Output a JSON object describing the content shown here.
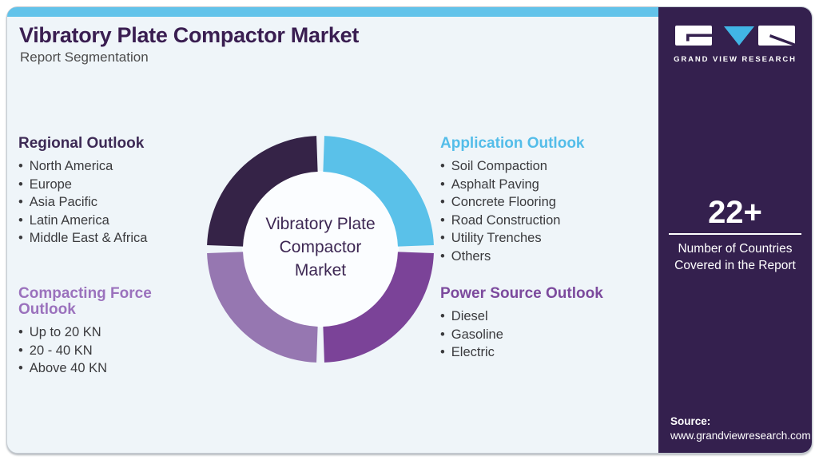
{
  "header": {
    "title": "Vibratory Plate Compactor Market",
    "subtitle": "Report Segmentation"
  },
  "sections": {
    "regional": {
      "title": "Regional Outlook",
      "color": "#3d2a55",
      "items": [
        "North America",
        "Europe",
        "Asia Pacific",
        "Latin America",
        "Middle East & Africa"
      ]
    },
    "compacting": {
      "title": "Compacting Force Outlook",
      "color": "#9b72bd",
      "items": [
        "Up to 20 KN",
        "20 - 40 KN",
        "Above 40 KN"
      ]
    },
    "application": {
      "title": "Application Outlook",
      "color": "#54bde9",
      "items": [
        "Soil Compaction",
        "Asphalt Paving",
        "Concrete Flooring",
        "Road Construction",
        "Utility Trenches",
        "Others"
      ]
    },
    "power": {
      "title": "Power Source Outlook",
      "color": "#7c4a9d",
      "items": [
        "Diesel",
        "Gasoline",
        "Electric"
      ]
    }
  },
  "chart": {
    "type": "donut",
    "center_lines": [
      "Vibratory Plate",
      "Compactor",
      "Market"
    ],
    "segments": [
      {
        "label": "Regional Outlook",
        "position": "top-left",
        "color": "#352347"
      },
      {
        "label": "Application Outlook",
        "position": "top-right",
        "color": "#5ac1e9"
      },
      {
        "label": "Power Source Outlook",
        "position": "bottom-right",
        "color": "#7b4398"
      },
      {
        "label": "Compacting Force Outlook",
        "position": "bottom-left",
        "color": "#9677b1"
      }
    ],
    "hole_color": "#fbfdff"
  },
  "sidebar": {
    "brand": "GRAND VIEW RESEARCH",
    "stat_value": "22+",
    "stat_label": "Number of Countries Covered in the Report",
    "source_label": "Source:",
    "source_url": "www.grandviewresearch.com"
  },
  "colors": {
    "card_background": "#eff5f9",
    "top_strip": "#62c3ea",
    "sidebar_background": "#34204e",
    "title_text": "#3a1e51",
    "body_text": "#3a3a3d",
    "logo_triangle_blue": "#41b5e5"
  },
  "bullet_char": "•"
}
